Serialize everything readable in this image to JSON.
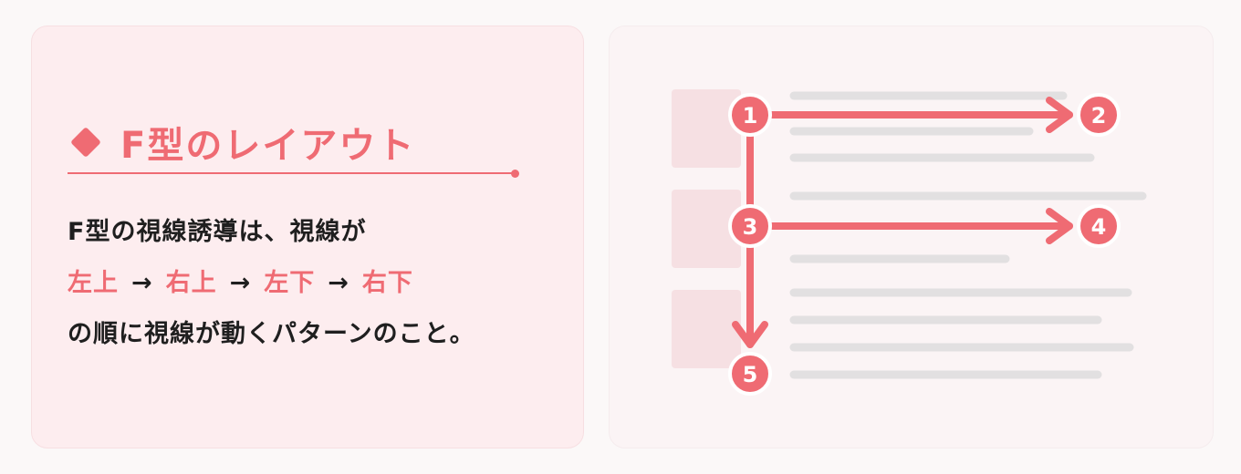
{
  "left_panel": {
    "title": "F型のレイアウト",
    "description_line1": "F型の視線誘導は、視線が",
    "sequence": [
      "左上",
      "右上",
      "左下",
      "右下"
    ],
    "sequence_arrow": "→",
    "description_line3": "の順に視線が動くパターンのこと。"
  },
  "diagram": {
    "step_labels": [
      "1",
      "2",
      "3",
      "4",
      "5"
    ],
    "colors": {
      "accent": "#ef6b73",
      "block": "#f6e0e3",
      "text_line": "#e2e0e1"
    }
  }
}
